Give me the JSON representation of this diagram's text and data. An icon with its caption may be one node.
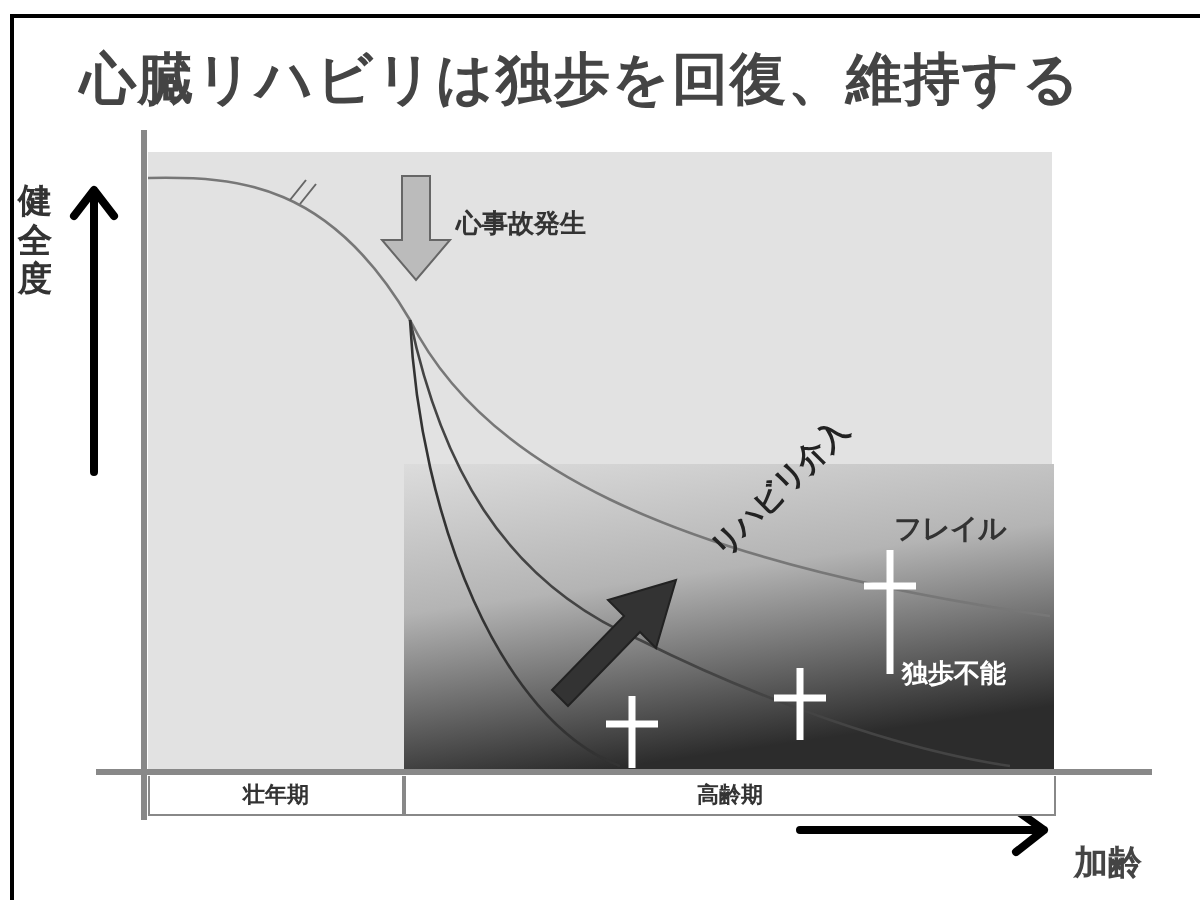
{
  "diagram": {
    "title": "心臓リハビリは独歩を回復、維持する",
    "labels": [
      "健全度",
      "心事故発生",
      "リハビリ介入",
      "フレイル",
      "独歩不能",
      "壮年期",
      "高齢期",
      "加齢"
    ]
  }
}
